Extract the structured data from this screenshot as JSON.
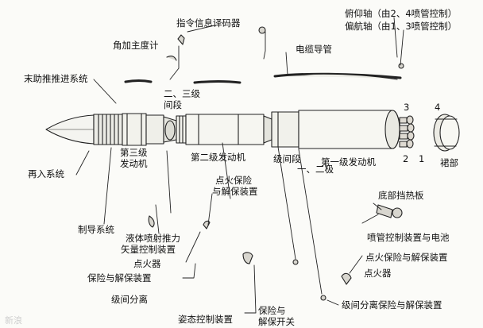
{
  "labels": {
    "command_decoder": "指令信息译码器",
    "pitch_axis": "俯仰轴（由2、4喷管控制）",
    "yaw_axis": "偏航轴（由1、3喷管控制）",
    "angular_accelerometer": "角加主度计",
    "cable_duct": "电缆导管",
    "final_boost_system": "末助推推进系统",
    "interstage_23_line1": "二、三级",
    "interstage_23_line2": "间段",
    "nozzle_3": "3",
    "nozzle_4": "4",
    "nozzle_2": "2",
    "nozzle_1": "1",
    "skirt": "裙部",
    "third_stage_line1": "第三级",
    "third_stage_line2": "发动机",
    "second_stage_engine": "第二级发动机",
    "interstage_12_line1": "级间段",
    "interstage_12_line2": "一、二极",
    "first_stage_engine": "第一级发动机",
    "reentry_system": "再入系统",
    "ignition_safe_arm_line1": "点火保险",
    "ignition_safe_arm_line2": "与解保装置",
    "base_heat_shield": "底部挡热板",
    "guidance_system": "制导系统",
    "liquid_injection_line1": "液体喷射推力",
    "liquid_injection_line2": "矢量控制装置",
    "nozzle_control_battery": "喷管控制装置与电池",
    "igniter_mid": "点火器",
    "safe_arm_device": "保险与解保装置",
    "ignition_safe_arm_right": "点火保险与解保装置",
    "igniter_right": "点火器",
    "stage_separation": "级间分离",
    "stage_sep_safe_arm": "级间分离保险与解保装置",
    "attitude_control": "姿态控制装置",
    "safe_arm_switch_line1": "保险与",
    "safe_arm_switch_line2": "解保开关"
  },
  "watermark": "新浪"
}
